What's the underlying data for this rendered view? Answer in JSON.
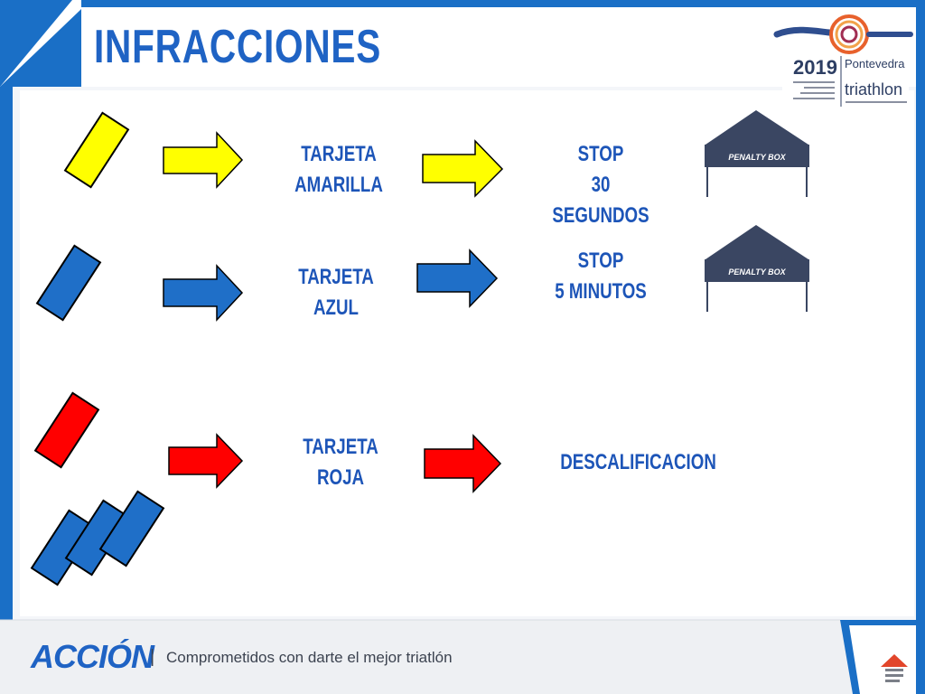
{
  "title": "INFRACCIONES",
  "logo": {
    "year": "2019",
    "city": "Pontevedra",
    "word": "triathlon"
  },
  "rows": [
    {
      "card": "TARJETA AMARILLA",
      "card_lines": [
        "TARJETA",
        "AMARILLA"
      ],
      "penalty_lines": [
        "STOP",
        "30",
        "SEGUNDOS"
      ],
      "color": "#ffff00",
      "penalty_box": true
    },
    {
      "card": "TARJETA AZUL",
      "card_lines": [
        "TARJETA",
        "AZUL"
      ],
      "penalty_lines": [
        "STOP",
        "5 MINUTOS"
      ],
      "color": "#1f6fc8",
      "penalty_box": true
    },
    {
      "card": "TARJETA ROJA",
      "card_lines": [
        "TARJETA",
        "ROJA"
      ],
      "penalty_lines": [
        "DESCALIFICACION"
      ],
      "color": "#ff0000",
      "penalty_box": false
    }
  ],
  "penalty_box_label": "PENALTY BOX",
  "footer": {
    "brand": "ACCIÓN",
    "separator": "|",
    "tagline": "Comprometidos con darte el mejor triatlón"
  },
  "colors": {
    "frame_blue": "#1a6fc6",
    "text_blue": "#1d55b8",
    "tent": "#3a4662",
    "yellow_card": "#ffff00",
    "blue_card": "#1f6fc8",
    "red_card": "#ff0000"
  }
}
